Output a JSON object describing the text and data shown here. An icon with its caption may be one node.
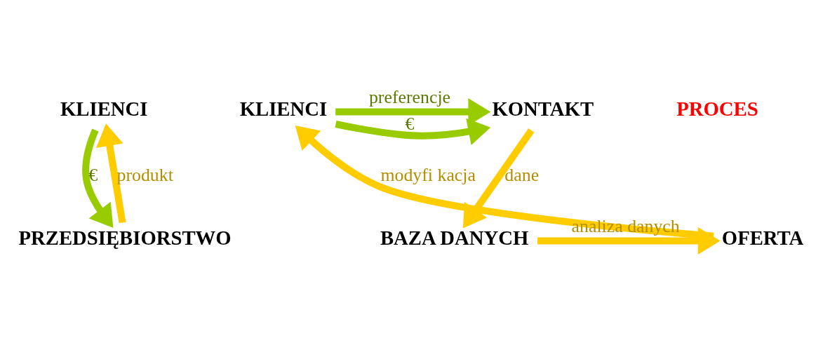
{
  "diagram": {
    "nodes": [
      {
        "text": [
          "KLIENCI"
        ]
      },
      {
        "text": [
          "PRZEDSIĘBIORSTWO"
        ]
      },
      {
        "text": [
          "KLIENCI"
        ]
      },
      {
        "text": [
          "KONTAKT"
        ]
      },
      {
        "text": [
          "PROCES"
        ]
      },
      {
        "text": [
          "OFERTA"
        ]
      },
      {
        "text": [
          "BAZA DANYCH"
        ]
      }
    ],
    "edges": [
      {
        "from": 1,
        "to": 0,
        "arrow": "to",
        "label": "produkt"
      },
      {
        "from": 0,
        "to": 1,
        "arrow": "to",
        "label": "€",
        "color": "#99cc00"
      },
      {
        "from": 2,
        "to": 3,
        "arrow": "to",
        "label": "€",
        "color": "#99cc00"
      },
      {
        "from": 2,
        "to": 3,
        "arrow": "to",
        "label": "preferencje",
        "color": "#99cc00"
      },
      {
        "from": 3,
        "to": 6,
        "arrow": "to",
        "label": "dane"
      },
      {
        "from": 6,
        "to": 5,
        "arrow": "to",
        "label": "analiza danych"
      },
      {
        "from": 5,
        "to": 2,
        "arrow": "to",
        "label": "modyfi kacja"
      }
    ]
  }
}
